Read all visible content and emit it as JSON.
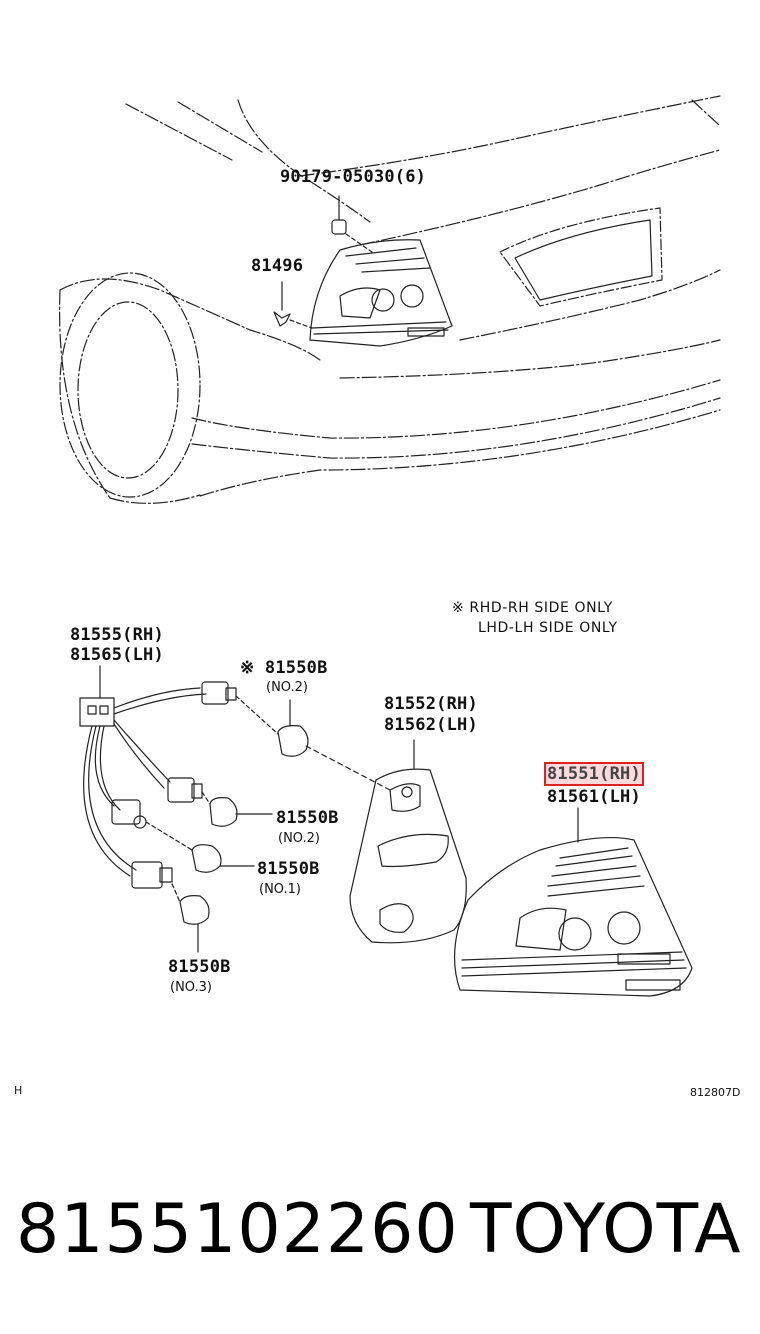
{
  "callouts": {
    "screw": "90179-05030(6)",
    "clip": "81496",
    "socket_wire": {
      "rh": "81555(RH)",
      "lh": "81565(LH)"
    },
    "bulb_top": {
      "mark": "※",
      "part": "81550B",
      "sub": "(NO.2)"
    },
    "bulb_mid": {
      "part": "81550B",
      "sub": "(NO.2)"
    },
    "bulb_low": {
      "part": "81550B",
      "sub": "(NO.1)"
    },
    "bulb_bottom": {
      "part": "81550B",
      "sub": "(NO.3)"
    },
    "gasket": {
      "rh": "81552(RH)",
      "lh": "81562(LH)"
    },
    "lamp": {
      "rh": "81551(RH)",
      "lh": "81561(LH)"
    }
  },
  "note": {
    "line1": "※ RHD-RH SIDE ONLY",
    "line2": "LHD-LH SIDE ONLY"
  },
  "corner": {
    "left": "H",
    "right": "812807D"
  },
  "footer": {
    "part_number": "8155102260",
    "brand": "TOYOTA"
  },
  "colors": {
    "line": "#222222",
    "highlight": "#d22222"
  }
}
